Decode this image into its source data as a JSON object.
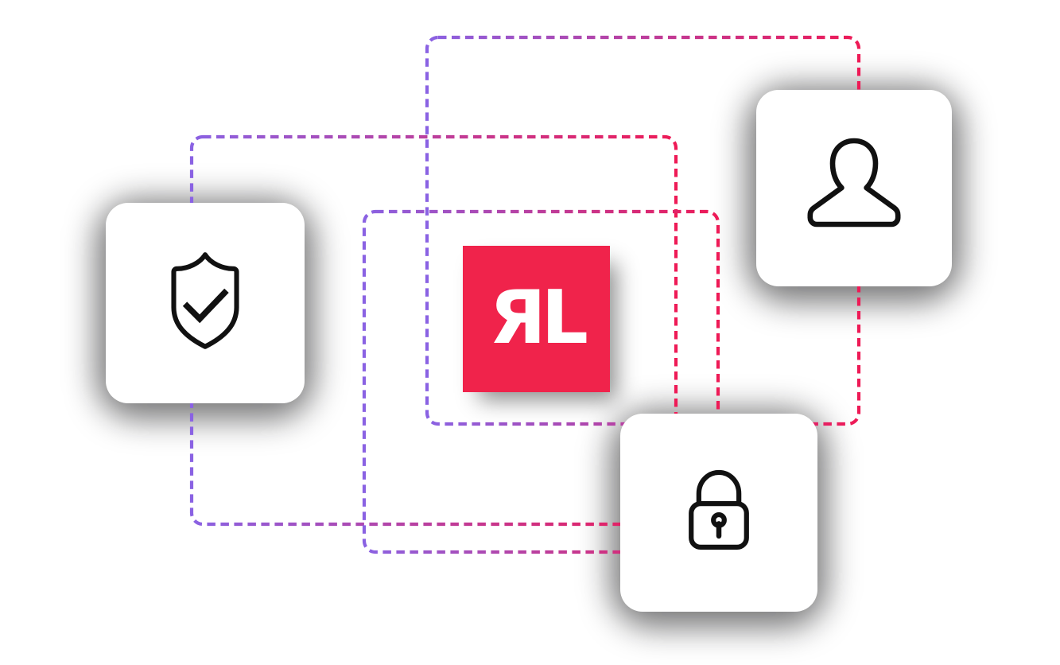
{
  "illustration": {
    "background_color": "#ffffff",
    "logo": {
      "text": "ЯL",
      "background_color": "#f0234b",
      "text_color": "#ffffff"
    },
    "cards": [
      {
        "name": "shield-card",
        "icon": "shield-check-icon"
      },
      {
        "name": "user-card",
        "icon": "user-icon"
      },
      {
        "name": "lock-card",
        "icon": "lock-icon"
      }
    ],
    "connectors": {
      "line_style": "dashed",
      "start_color": "#8a62e3",
      "end_color": "#ee1a56",
      "shape": "rounded-rectangles"
    },
    "icon_stroke_color": "#111111"
  }
}
